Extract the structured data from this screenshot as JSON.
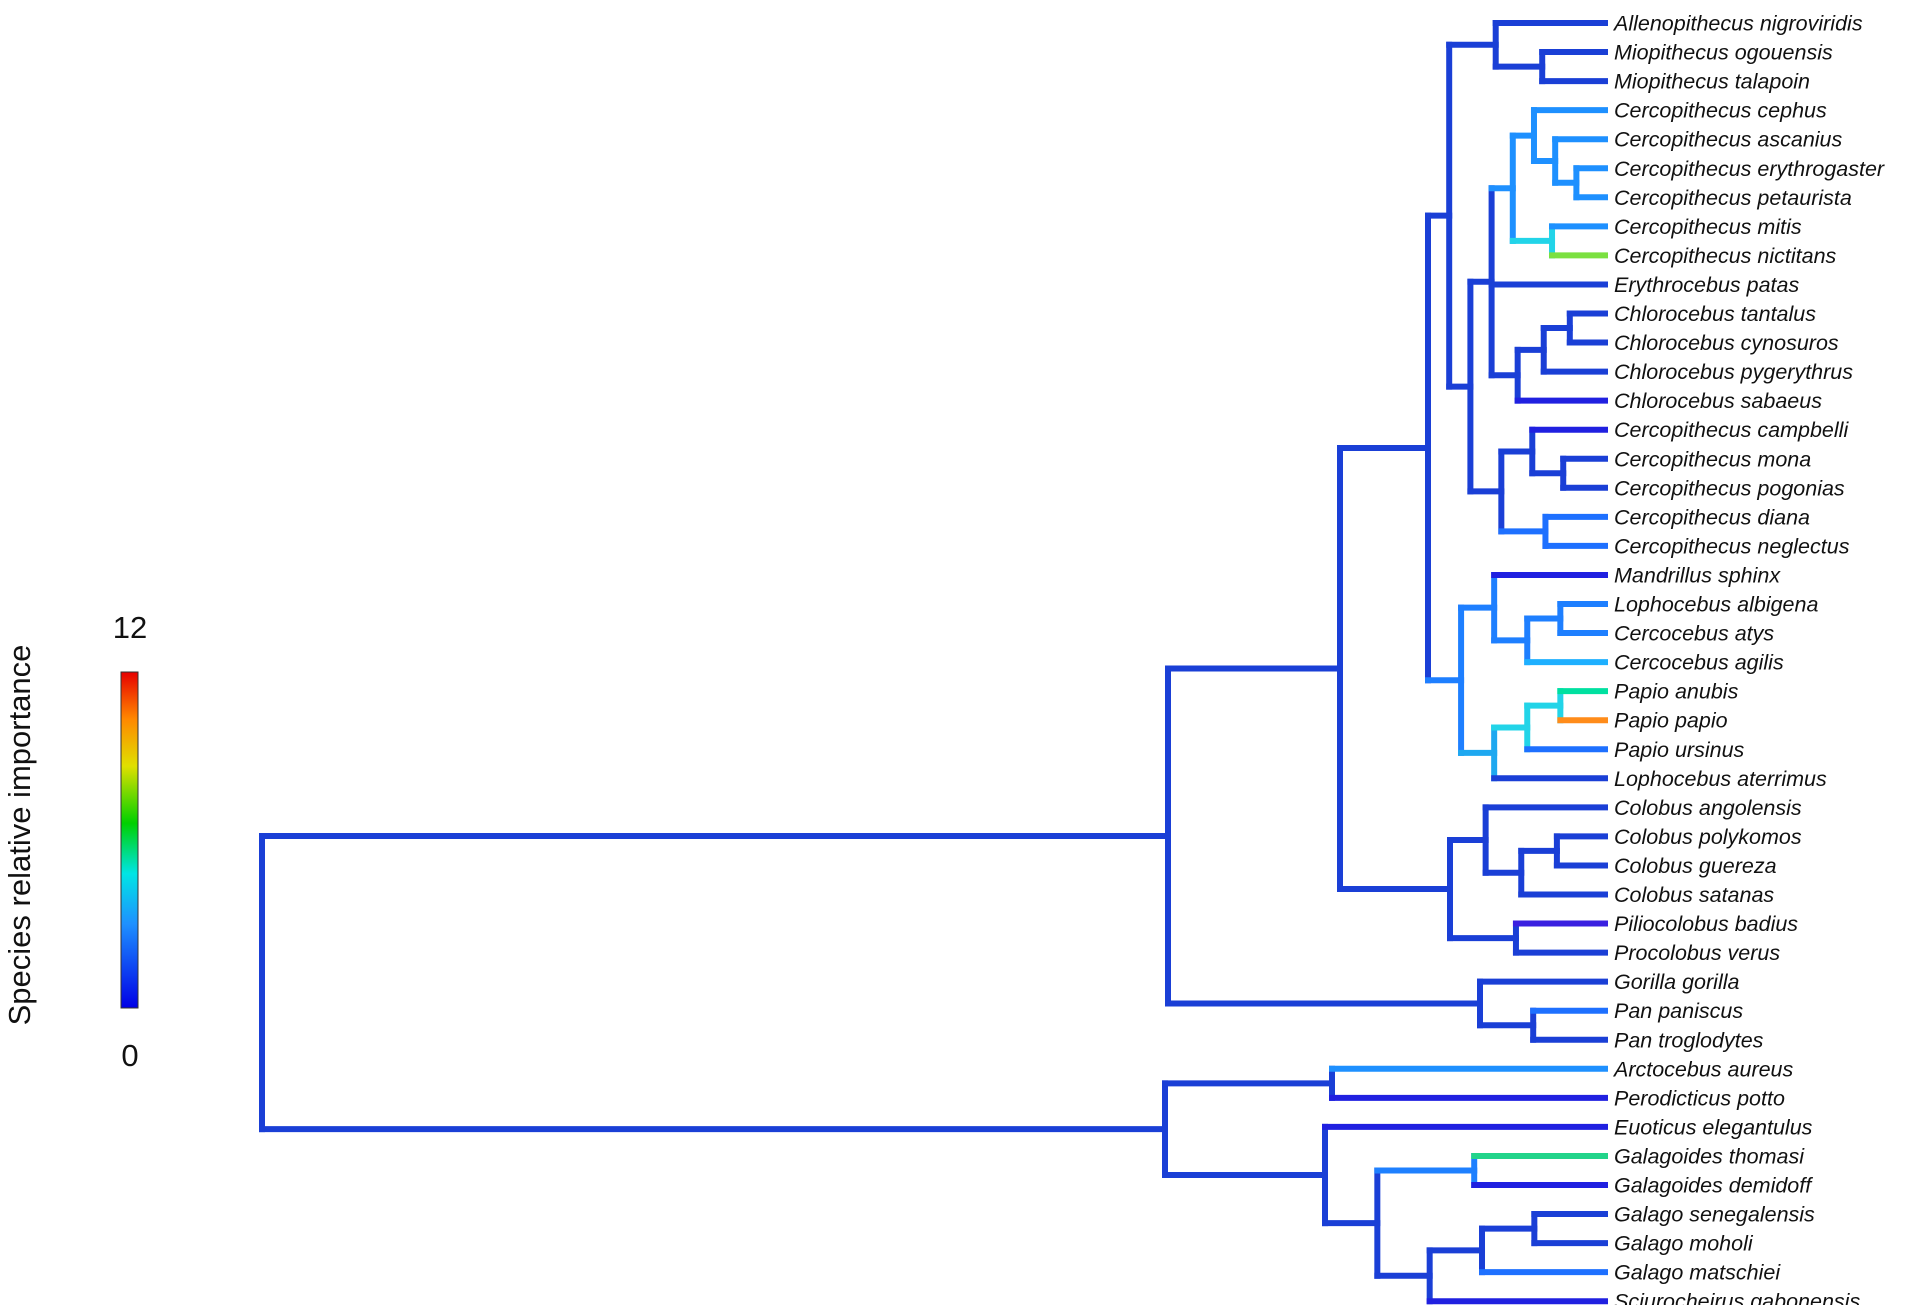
{
  "colorbar": {
    "title": "Species relative importance",
    "max_label": "12",
    "min_label": "0",
    "min_value": 0,
    "max_value": 12,
    "colors": [
      "#0000e6",
      "#1e90ff",
      "#00e5e5",
      "#00d000",
      "#e0e000",
      "#ff8800",
      "#e60000"
    ]
  },
  "tree": {
    "branch_color": "#1a3fd6",
    "root": {
      "c": [
        {
          "c": [
            {
              "c": [
                {
                  "c": [
                    {
                      "c": [
                        {
                          "n": "Allenopithecus nigroviridis"
                        },
                        {
                          "c": [
                            {
                              "n": "Miopithecus ogouensis"
                            },
                            {
                              "n": "Miopithecus talapoin"
                            }
                          ]
                        }
                      ]
                    },
                    {
                      "c": [
                        {
                          "c": [
                            {
                              "col": "#1e90ff",
                              "c": [
                                {
                                  "c": [
                                    {
                                      "n": "Cercopithecus cephus"
                                    },
                                    {
                                      "c": [
                                        {
                                          "n": "Cercopithecus ascanius"
                                        },
                                        {
                                          "c": [
                                            {
                                              "n": "Cercopithecus erythrogaster"
                                            },
                                            {
                                              "n": "Cercopithecus petaurista"
                                            }
                                          ]
                                        }
                                      ]
                                    }
                                  ]
                                },
                                {
                                  "col": "#22d4e8",
                                  "c": [
                                    {
                                      "n": "Cercopithecus mitis",
                                      "col": "#1e90ff"
                                    },
                                    {
                                      "n": "Cercopithecus nictitans",
                                      "col": "#7be040"
                                    }
                                  ]
                                }
                              ]
                            },
                            {
                              "n": "Erythrocebus patas"
                            },
                            {
                              "c": [
                                {
                                  "c": [
                                    {
                                      "c": [
                                        {
                                          "n": "Chlorocebus tantalus"
                                        },
                                        {
                                          "n": "Chlorocebus cynosuros"
                                        }
                                      ]
                                    },
                                    {
                                      "n": "Chlorocebus pygerythrus"
                                    }
                                  ]
                                },
                                {
                                  "n": "Chlorocebus sabaeus",
                                  "col": "#2020e0"
                                }
                              ]
                            }
                          ]
                        },
                        {
                          "c": [
                            {
                              "c": [
                                {
                                  "n": "Cercopithecus campbelli",
                                  "col": "#2020e0"
                                },
                                {
                                  "c": [
                                    {
                                      "n": "Cercopithecus mona"
                                    },
                                    {
                                      "n": "Cercopithecus pogonias"
                                    }
                                  ]
                                }
                              ]
                            },
                            {
                              "col": "#1e70ff",
                              "c": [
                                {
                                  "n": "Cercopithecus diana"
                                },
                                {
                                  "n": "Cercopithecus neglectus"
                                }
                              ]
                            }
                          ]
                        }
                      ]
                    }
                  ]
                },
                {
                  "col": "#1e7fff",
                  "c": [
                    {
                      "c": [
                        {
                          "n": "Mandrillus sphinx",
                          "col": "#2020e0"
                        },
                        {
                          "c": [
                            {
                              "c": [
                                {
                                  "n": "Lophocebus albigena"
                                },
                                {
                                  "n": "Cercocebus atys"
                                }
                              ]
                            },
                            {
                              "n": "Cercocebus agilis",
                              "col": "#1eb0ff"
                            }
                          ]
                        }
                      ]
                    },
                    {
                      "col": "#1ea8f0",
                      "c": [
                        {
                          "col": "#22d4e8",
                          "c": [
                            {
                              "c": [
                                {
                                  "n": "Papio anubis",
                                  "col": "#00e0a0"
                                },
                                {
                                  "n": "Papio papio",
                                  "col": "#ff8c1a"
                                }
                              ]
                            },
                            {
                              "n": "Papio ursinus",
                              "col": "#1e70ff"
                            }
                          ]
                        },
                        {
                          "n": "Lophocebus aterrimus",
                          "col": "#1a3fd6"
                        }
                      ]
                    }
                  ]
                }
              ]
            },
            {
              "c": [
                {
                  "c": [
                    {
                      "n": "Colobus angolensis"
                    },
                    {
                      "c": [
                        {
                          "c": [
                            {
                              "n": "Colobus polykomos"
                            },
                            {
                              "n": "Colobus guereza"
                            }
                          ]
                        },
                        {
                          "n": "Colobus satanas"
                        }
                      ]
                    }
                  ]
                },
                {
                  "c": [
                    {
                      "n": "Piliocolobus badius",
                      "col": "#3a20e0"
                    },
                    {
                      "n": "Procolobus verus"
                    }
                  ]
                }
              ]
            }
          ]
        },
        {
          "c": [
            {
              "n": "Gorilla gorilla"
            },
            {
              "c": [
                {
                  "n": "Pan paniscus",
                  "col": "#1e70ff"
                },
                {
                  "n": "Pan troglodytes"
                }
              ]
            }
          ]
        }
      ]
    },
    "root2": {
      "c": [
        {
          "c": [
            {
              "n": "Arctocebus aureus",
              "col": "#1e90ff"
            },
            {
              "n": "Perodicticus potto",
              "col": "#2020e0"
            }
          ]
        },
        {
          "c": [
            {
              "n": "Euoticus elegantulus",
              "col": "#2020e0"
            },
            {
              "c": [
                {
                  "col": "#1e80ff",
                  "c": [
                    {
                      "n": "Galagoides thomasi",
                      "col": "#22d48a"
                    },
                    {
                      "n": "Galagoides demidoff",
                      "col": "#2020e0"
                    }
                  ]
                },
                {
                  "c": [
                    {
                      "c": [
                        {
                          "c": [
                            {
                              "n": "Galago senegalensis"
                            },
                            {
                              "n": "Galago moholi"
                            }
                          ]
                        },
                        {
                          "n": "Galago matschiei",
                          "col": "#1e70ff"
                        }
                      ]
                    },
                    {
                      "n": "Sciurocheirus gabonensis",
                      "col": "#2020e0"
                    }
                  ]
                }
              ]
            }
          ]
        }
      ]
    }
  }
}
